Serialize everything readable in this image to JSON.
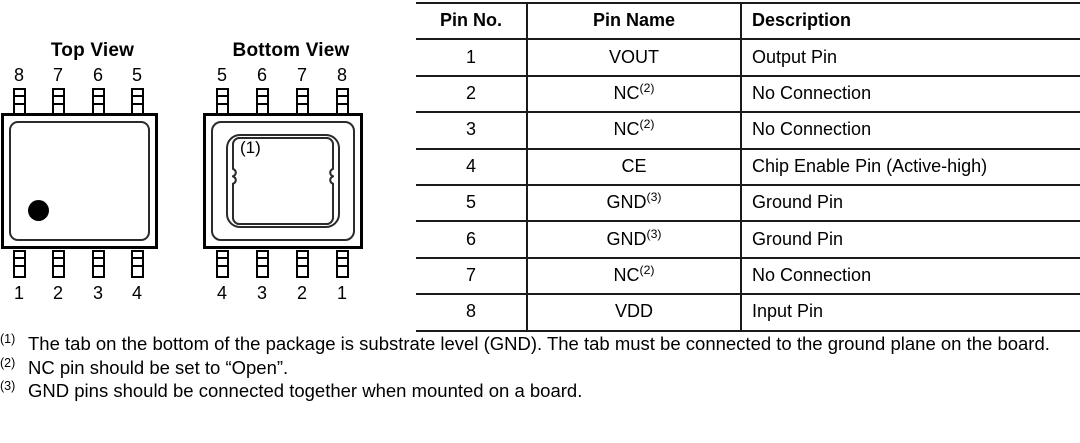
{
  "figures": {
    "top_view": {
      "title": "Top View",
      "top_pins": [
        "8",
        "7",
        "6",
        "5"
      ],
      "bottom_pins": [
        "1",
        "2",
        "3",
        "4"
      ],
      "pin1_marker": "dot"
    },
    "bottom_view": {
      "title": "Bottom View",
      "top_pins": [
        "5",
        "6",
        "7",
        "8"
      ],
      "bottom_pins": [
        "4",
        "3",
        "2",
        "1"
      ],
      "pad_label": "(1)"
    }
  },
  "table": {
    "headers": [
      "Pin No.",
      "Pin Name",
      "Description"
    ],
    "rows": [
      {
        "no": "1",
        "name": "VOUT",
        "note": "",
        "desc": "Output Pin"
      },
      {
        "no": "2",
        "name": "NC",
        "note": "(2)",
        "desc": "No Connection"
      },
      {
        "no": "3",
        "name": "NC",
        "note": "(2)",
        "desc": "No Connection"
      },
      {
        "no": "4",
        "name": "CE",
        "note": "",
        "desc": "Chip Enable Pin (Active-high)"
      },
      {
        "no": "5",
        "name": "GND",
        "note": "(3)",
        "desc": "Ground Pin"
      },
      {
        "no": "6",
        "name": "GND",
        "note": "(3)",
        "desc": "Ground Pin"
      },
      {
        "no": "7",
        "name": "NC",
        "note": "(2)",
        "desc": "No Connection"
      },
      {
        "no": "8",
        "name": "VDD",
        "note": "",
        "desc": "Input Pin"
      }
    ]
  },
  "footnotes": [
    {
      "marker": "(1)",
      "text": "The tab on the bottom of the package is substrate level (GND). The tab must be connected to the ground plane on the board."
    },
    {
      "marker": "(2)",
      "text": "NC pin should be set to “Open”."
    },
    {
      "marker": "(3)",
      "text": "GND pins should be connected together when mounted on a board."
    }
  ],
  "colors": {
    "line": "#1a1a1a",
    "background": "#ffffff",
    "marker_dot": "#000000"
  }
}
